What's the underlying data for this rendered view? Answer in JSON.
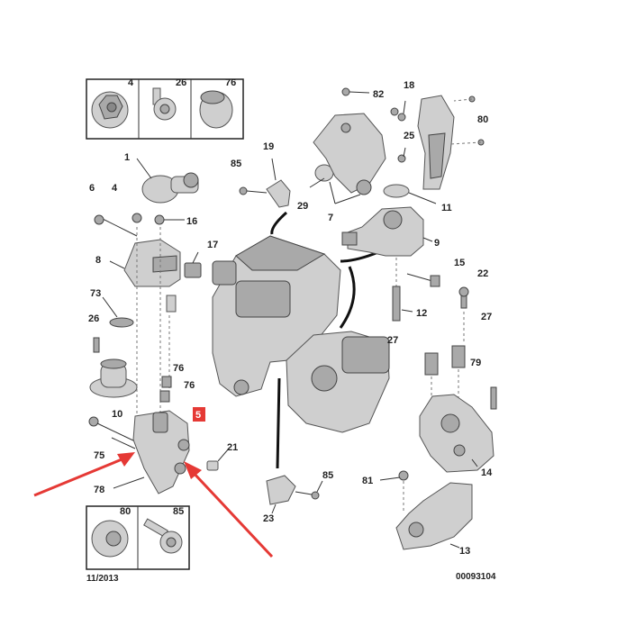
{
  "colors": {
    "highlight": "#e53935",
    "arrow": "#e53935",
    "part_fill": "#cfcfcf",
    "line": "#333333"
  },
  "footer": {
    "date": "11/2013",
    "reference": "00093104"
  },
  "highlight_label": "5",
  "top_box_labels": {
    "a": "4",
    "b": "26",
    "c": "76"
  },
  "bottom_box_labels": {
    "a": "80",
    "b": "85"
  },
  "callouts": {
    "n1": "1",
    "n4": "4",
    "n6": "6",
    "n16": "16",
    "n8": "8",
    "n17": "17",
    "n73": "73",
    "n26": "26",
    "n76a": "76",
    "n76b": "76",
    "n10": "10",
    "n75": "75",
    "n78": "78",
    "n21": "21",
    "n85a": "85",
    "n19": "19",
    "n29": "29",
    "n7": "7",
    "n82": "82",
    "n18": "18",
    "n80": "80",
    "n25": "25",
    "n11": "11",
    "n9": "9",
    "n15": "15",
    "n22": "22",
    "n12": "12",
    "n27a": "27",
    "n27b": "27",
    "n79": "79",
    "n14": "14",
    "n81": "81",
    "n13": "13",
    "n85b": "85",
    "n23": "23"
  },
  "icons": {
    "arrow": "red-pointer-arrow"
  }
}
